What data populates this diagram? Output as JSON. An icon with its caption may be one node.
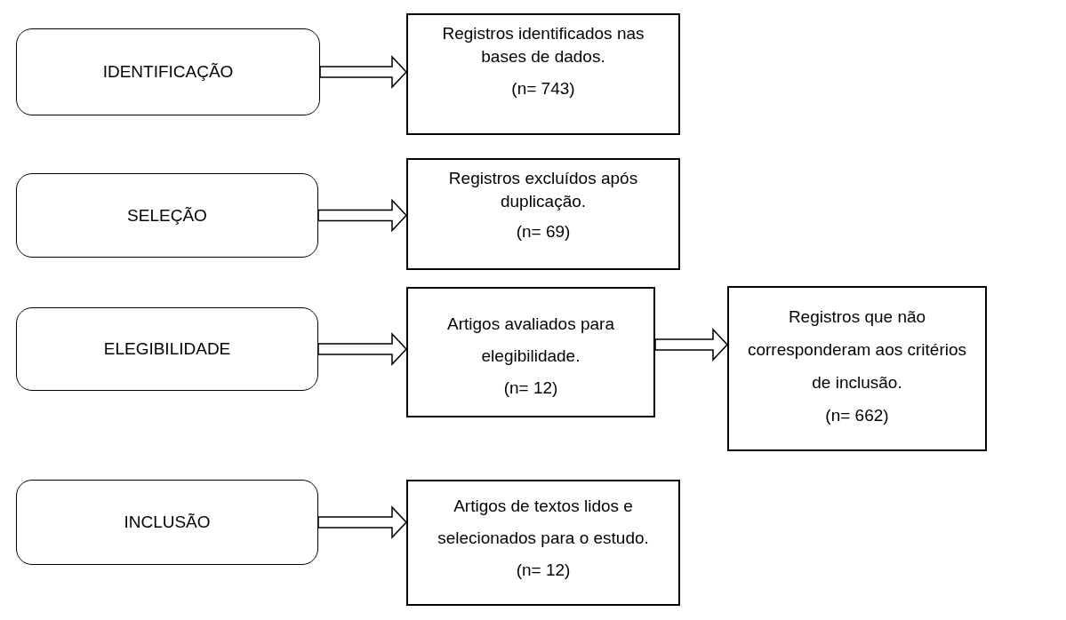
{
  "diagram": {
    "nodes": [
      {
        "text": [
          "IDENTIFICAÇÃO"
        ]
      },
      {
        "text": [
          "Registros identificados nas bases de dados.",
          "(n= 743)"
        ]
      },
      {
        "text": [
          "SELEÇÃO"
        ]
      },
      {
        "text": [
          "Registros excluídos após duplicação.",
          "(n= 69)"
        ]
      },
      {
        "text": [
          "ELEGIBILIDADE"
        ]
      },
      {
        "text": [
          "Artigos avaliados para elegibilidade.",
          "(n= 12)"
        ]
      },
      {
        "text": [
          "Registros que não corresponderam aos critérios de inclusão.",
          "(n= 662)"
        ]
      },
      {
        "text": [
          "INCLUSÃO"
        ]
      },
      {
        "text": [
          "Artigos de textos lidos e selecionados para o estudo.",
          "(n= 12)"
        ]
      }
    ],
    "edges": [
      {
        "from": 0,
        "to": 1,
        "arrow": "to"
      },
      {
        "from": 2,
        "to": 3,
        "arrow": "to"
      },
      {
        "from": 4,
        "to": 5,
        "arrow": "to"
      },
      {
        "from": 5,
        "to": 6,
        "arrow": "to"
      },
      {
        "from": 7,
        "to": 8,
        "arrow": "to"
      }
    ]
  }
}
